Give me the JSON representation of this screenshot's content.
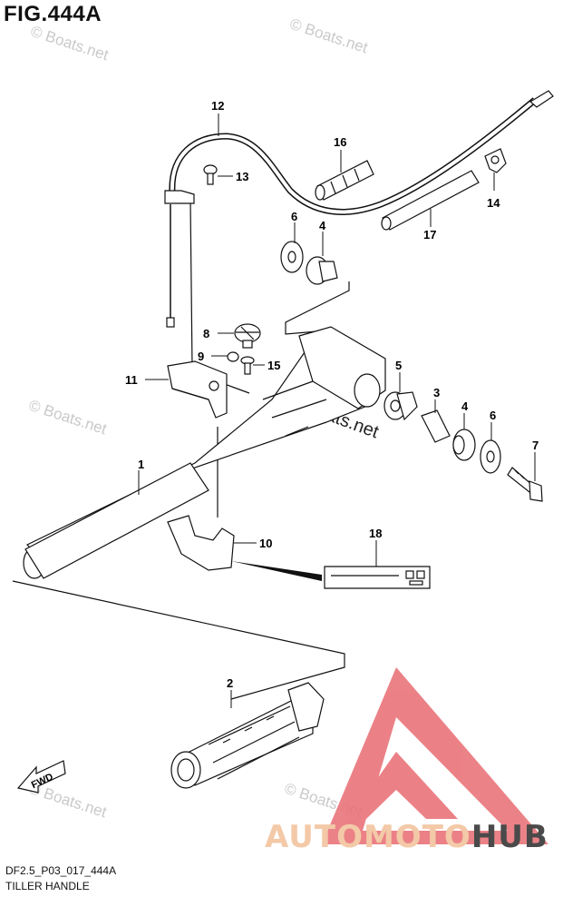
{
  "figure": {
    "title": "FIG.444A",
    "code": "DF2.5_P03_017_444A",
    "name": "TILLER HANDLE"
  },
  "watermarks": {
    "repeat_text": "© Boats.net",
    "center_text": "© Boats.net"
  },
  "brand": {
    "part1": "AUTOMOTO",
    "part2": "HUB",
    "colors": {
      "triangle": "#e9747a",
      "text_light": "#f3c9a8",
      "text_dark": "#4a4a4a"
    }
  },
  "fwd_label": "FWD",
  "parts": [
    {
      "id": "1",
      "label": "1"
    },
    {
      "id": "2",
      "label": "2"
    },
    {
      "id": "3",
      "label": "3"
    },
    {
      "id": "4a",
      "label": "4"
    },
    {
      "id": "4b",
      "label": "4"
    },
    {
      "id": "5",
      "label": "5"
    },
    {
      "id": "6a",
      "label": "6"
    },
    {
      "id": "6b",
      "label": "6"
    },
    {
      "id": "7",
      "label": "7"
    },
    {
      "id": "8",
      "label": "8"
    },
    {
      "id": "9",
      "label": "9"
    },
    {
      "id": "10",
      "label": "10"
    },
    {
      "id": "11",
      "label": "11"
    },
    {
      "id": "12",
      "label": "12"
    },
    {
      "id": "13",
      "label": "13"
    },
    {
      "id": "14",
      "label": "14"
    },
    {
      "id": "15",
      "label": "15"
    },
    {
      "id": "16",
      "label": "16"
    },
    {
      "id": "17",
      "label": "17"
    },
    {
      "id": "18",
      "label": "18"
    }
  ]
}
